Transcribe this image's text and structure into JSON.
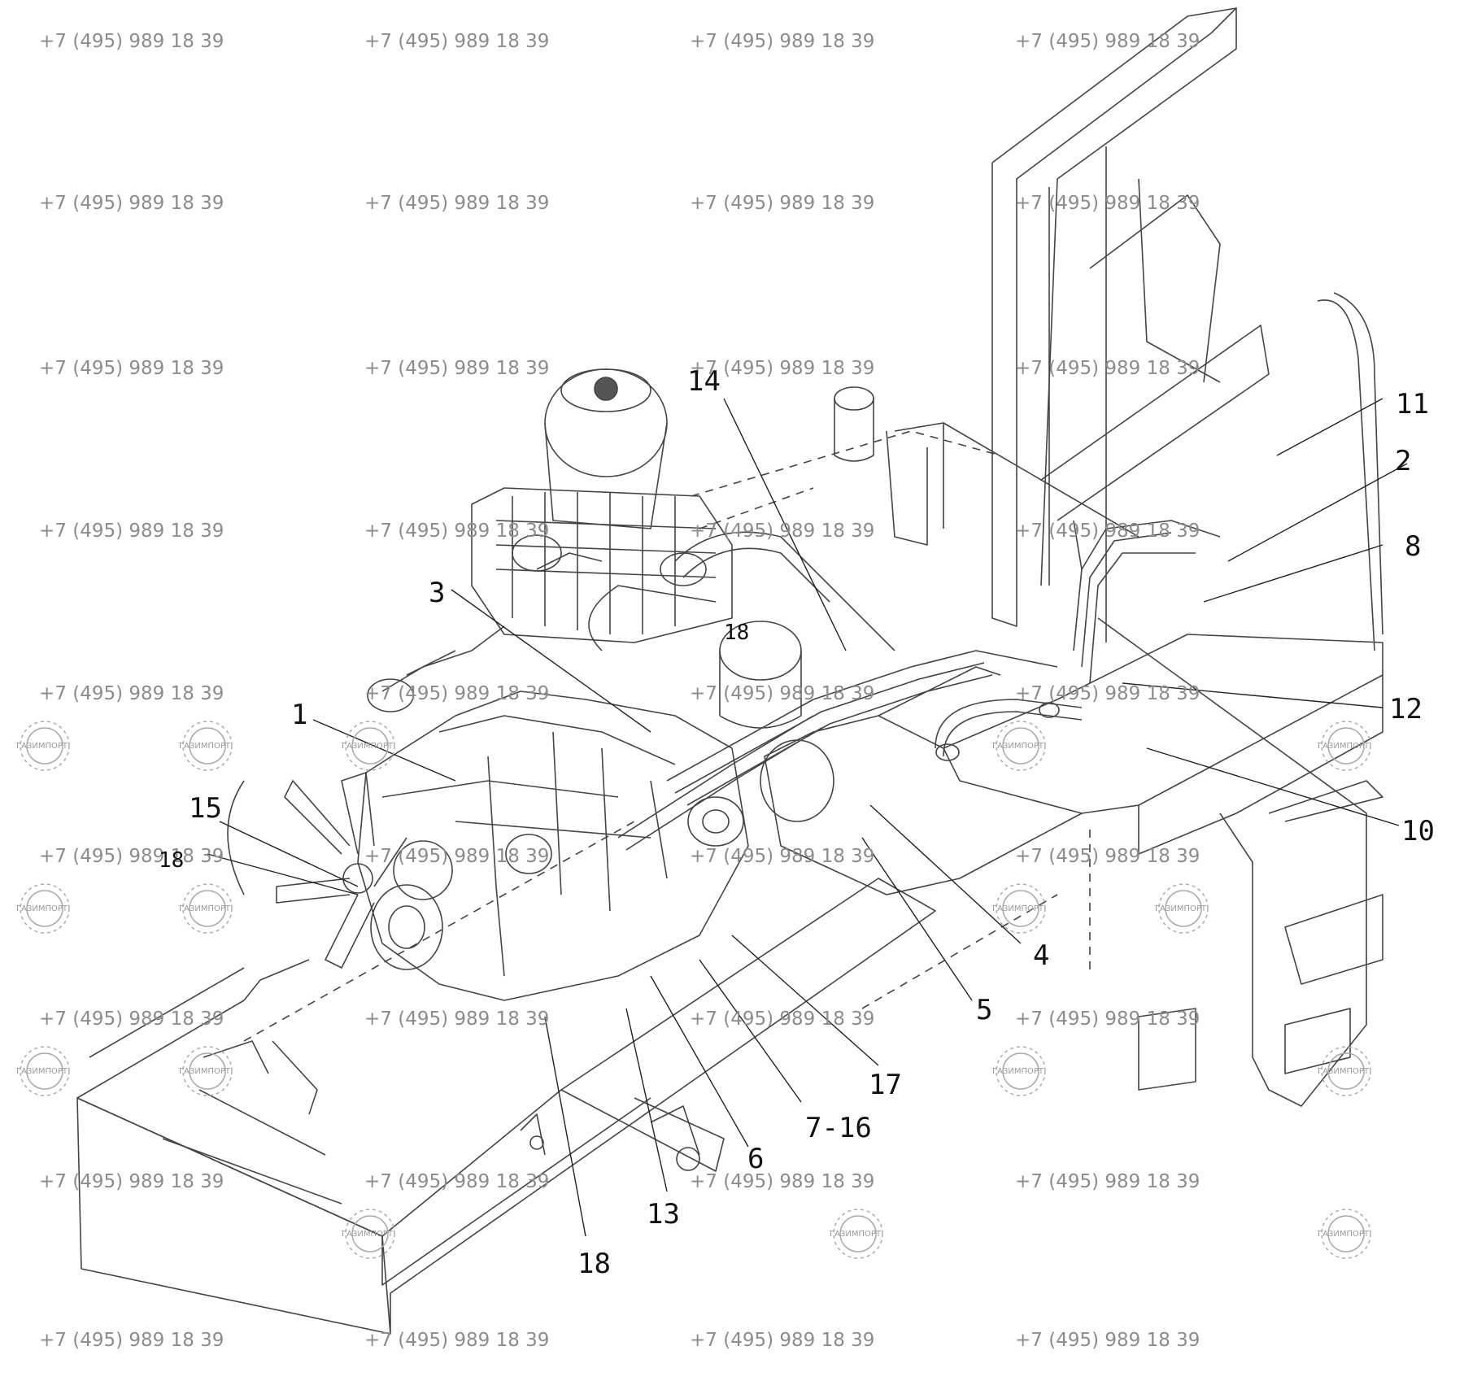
{
  "watermark": {
    "phone": "+7 (495) 989 18 39",
    "brand": "ГАЗИМПОРТ",
    "logo_icon": "gear-logo-icon"
  },
  "callouts": [
    "1",
    "2",
    "3",
    "4",
    "5",
    "6",
    "7-16",
    "8",
    "10",
    "11",
    "12",
    "13",
    "14",
    "15",
    "17",
    "18",
    "18",
    "18"
  ]
}
